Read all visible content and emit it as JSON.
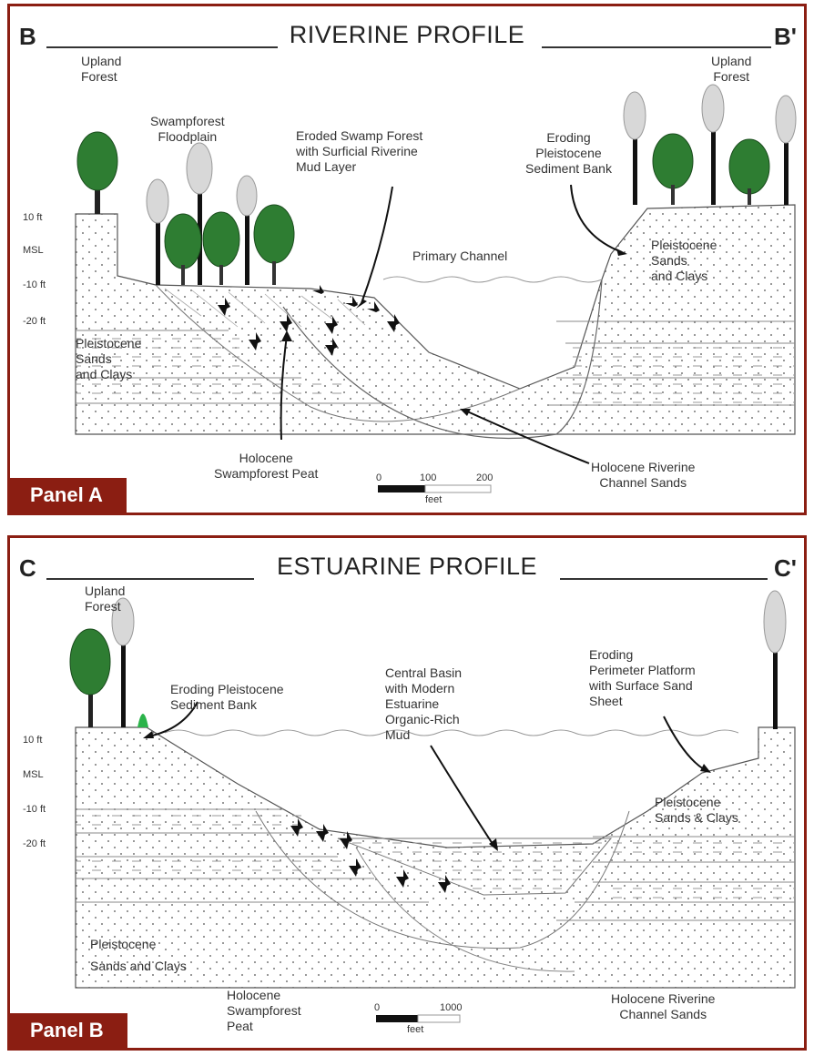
{
  "panel_a": {
    "tag": "Panel A",
    "title": "RIVERINE PROFILE",
    "left_end": "B",
    "right_end": "B'",
    "axis": [
      "10 ft",
      "MSL",
      "-10 ft",
      "-20 ft"
    ],
    "labels": {
      "upland_forest_left": "Upland\nForest",
      "swampforest_floodplain": "Swampforest\nFloodplain",
      "eroded_swamp_forest": "Eroded Swamp Forest\nwith Surficial Riverine\nMud Layer",
      "eroding_bank": "Eroding\nPleistocene\nSediment Bank",
      "upland_forest_right": "Upland\nForest",
      "primary_channel": "Primary Channel",
      "pleistocene_right": "Pleistocene\nSands\nand Clays",
      "pleistocene_left": "Pleistocene\nSands\nand Clays",
      "holocene_peat": "Holocene\nSwampforest Peat",
      "holocene_channel_sands": "Holocene Riverine\nChannel Sands"
    },
    "scale": {
      "ticks": [
        "0",
        "100",
        "200"
      ],
      "unit": "feet"
    }
  },
  "panel_b": {
    "tag": "Panel B",
    "title": "ESTUARINE PROFILE",
    "left_end": "C",
    "right_end": "C'",
    "axis": [
      "10 ft",
      "MSL",
      "-10 ft",
      "-20 ft"
    ],
    "labels": {
      "upland_forest": "Upland\nForest",
      "eroding_bank": "Eroding Pleistocene\nSediment Bank",
      "central_basin": "Central Basin\nwith Modern\nEstuarine\nOrganic-Rich\nMud",
      "eroding_platform": "Eroding\nPerimeter Platform\nwith Surface Sand\nSheet",
      "pleistocene_right": "Pleistocene\nSands & Clays",
      "pleistocene_left": "Pleistocene\nSands and Clays",
      "holocene_peat": "Holocene\nSwampforest\nPeat",
      "holocene_channel_sands": "Holocene Riverine\nChannel Sands"
    },
    "scale": {
      "ticks": [
        "0",
        "1000"
      ],
      "unit": "feet"
    }
  },
  "colors": {
    "frame": "#8b1e12",
    "tree_green": "#2e7d32",
    "dead_tree": "#d8d8d8"
  }
}
